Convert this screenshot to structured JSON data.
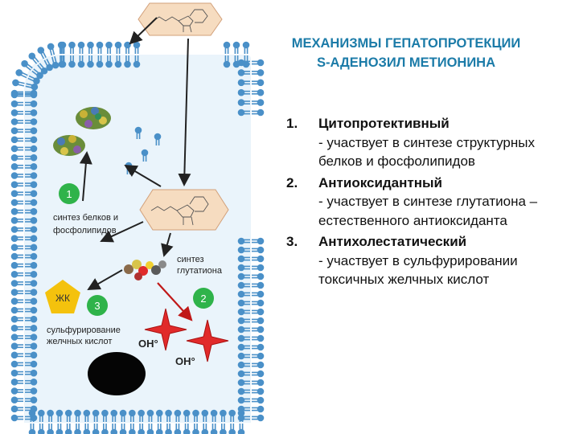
{
  "title": {
    "line1": "МЕХАНИЗМЫ ГЕПАТОПРОТЕКЦИИ",
    "line2": "S-АДЕНОЗИЛ МЕТИОНИНА"
  },
  "mechanisms": [
    {
      "number": "1.",
      "title": "Цитопротективный",
      "description": "- участвует в синтезе структурных белков и фосфолипидов"
    },
    {
      "number": "2.",
      "title": "Антиоксидантный",
      "description": "- участвует в синтезе глутатиона – естественного антиоксиданта"
    },
    {
      "number": "3.",
      "title": "Антихолестатический",
      "description": "- участвует в сульфурировании токсичных желчных кислот"
    }
  ],
  "diagram": {
    "label_protein_synthesis_1": "синтез белков и",
    "label_protein_synthesis_2": "фосфолипидов",
    "label_glutathione_1": "синтез",
    "label_glutathione_2": "глутатиона",
    "label_sulfation_1": "сульфурирование",
    "label_sulfation_2": "желчных кислот",
    "label_bile_acid": "ЖК",
    "label_radical_1": "OH°",
    "label_radical_2": "OH°",
    "badge_1": "1",
    "badge_2": "2",
    "badge_3": "3",
    "colors": {
      "membrane": "#4a90c8",
      "cell_fill": "#eaf4fb",
      "badge": "#2fb34a",
      "bile_acid": "#f4c20d",
      "radical": "#e12a2a",
      "molecule_box": "#f6dcc0",
      "title": "#1b7ba8"
    }
  }
}
